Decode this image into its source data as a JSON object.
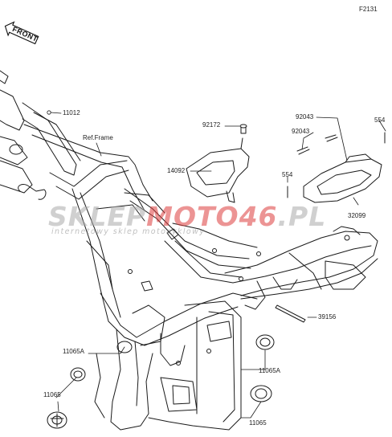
{
  "figure_code": "F2131",
  "front_label": "FRONT",
  "frame_ref": "Ref.Frame",
  "watermark": {
    "main_gray": "SKLEP",
    "main_red": "MOTO",
    "main_badge": "46",
    "main_tail": ".PL",
    "sub": "internetowy sklep motocyklowy"
  },
  "callouts": {
    "p11012": "11012",
    "p92172": "92172",
    "p14092": "14092",
    "p92043_a": "92043",
    "p92043_b": "92043",
    "p554_a": "554",
    "p554_b": "554",
    "p32099": "32099",
    "p39156": "39156",
    "p11065A_left": "11065A",
    "p11065_left": "11065",
    "p11065A_right": "11065A",
    "p11065_right": "11065"
  },
  "colors": {
    "line": "#1a1a1a",
    "watermark_red": "#dc3c3c",
    "watermark_gray": "#aaaaaa"
  }
}
